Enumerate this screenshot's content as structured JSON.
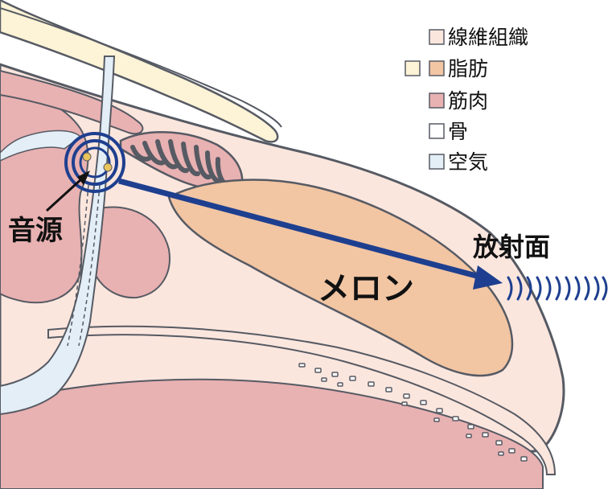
{
  "legend": {
    "items": [
      {
        "label": "線維組織",
        "color": "#fbe6de"
      },
      {
        "label": "脂肪",
        "color": "#f2c5a3",
        "alt_color": "#fdf3d6"
      },
      {
        "label": "筋肉",
        "color": "#e8b1b2"
      },
      {
        "label": "骨",
        "color": "#ffffff"
      },
      {
        "label": "空気",
        "color": "#e3eef7"
      }
    ]
  },
  "labels": {
    "sound_source": "音源",
    "emitting_surface": "放射面",
    "melon": "メロン"
  },
  "colors": {
    "outline": "#565a63",
    "arrow": "#1e3f8f",
    "source_dot": "#e8c45a"
  }
}
